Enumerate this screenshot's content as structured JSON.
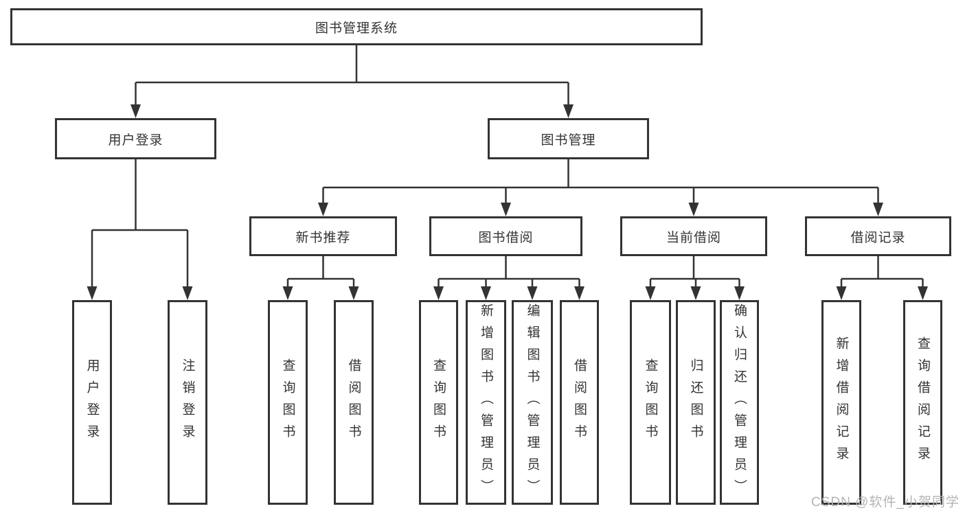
{
  "tree": {
    "label": "图书管理系统",
    "children": [
      {
        "label": "用户登录",
        "children": [
          {
            "label": "用户登录"
          },
          {
            "label": "注销登录"
          }
        ]
      },
      {
        "label": "图书管理",
        "children": [
          {
            "label": "新书推荐",
            "children": [
              {
                "label": "查询图书"
              },
              {
                "label": "借阅图书"
              }
            ]
          },
          {
            "label": "图书借阅",
            "children": [
              {
                "label": "查询图书"
              },
              {
                "label": "新增图书（管理员）"
              },
              {
                "label": "编辑图书（管理员）"
              },
              {
                "label": "借阅图书"
              }
            ]
          },
          {
            "label": "当前借阅",
            "children": [
              {
                "label": "查询图书"
              },
              {
                "label": "归还图书"
              },
              {
                "label": "确认归还（管理员）"
              }
            ]
          },
          {
            "label": "借阅记录",
            "children": [
              {
                "label": "新增借阅记录"
              },
              {
                "label": "查询借阅记录"
              }
            ]
          }
        ]
      }
    ]
  },
  "watermark": {
    "text": "CSDN @软件_小贺同学"
  },
  "colors": {
    "line": "#333333",
    "text": "#333333",
    "background": "#ffffff",
    "watermark": "#b4b4b4"
  }
}
